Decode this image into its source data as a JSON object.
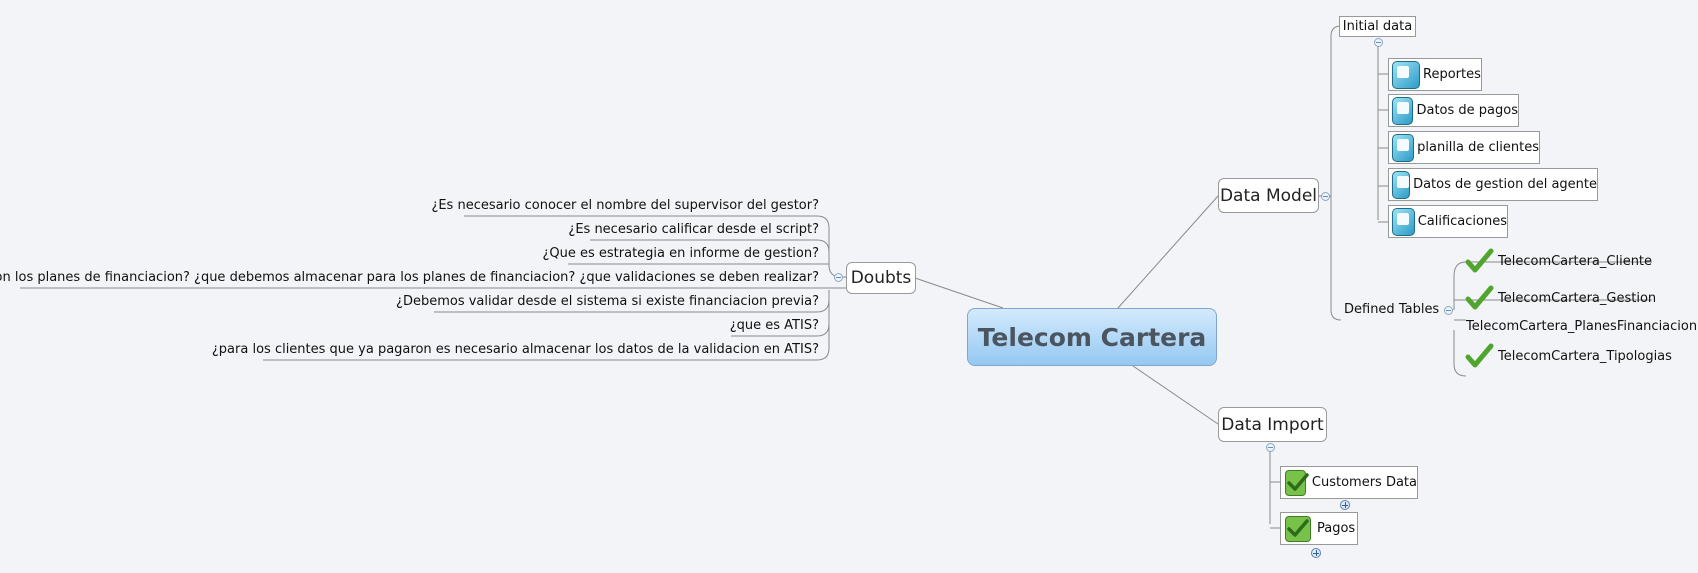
{
  "central": {
    "label": "Telecom Cartera"
  },
  "doubts": {
    "label": "Doubts",
    "items": [
      "¿Es necesario conocer el nombre del supervisor del gestor?",
      "¿Es necesario calificar desde el script?",
      "¿Que es estrategia en informe de gestion?",
      "¿Cuales son los planes de financiacion? ¿que debemos almacenar para los planes de financiacion? ¿que validaciones se deben realizar?",
      "¿Debemos validar desde el sistema si existe financiacion previa?",
      "¿que es ATIS?",
      "¿para los clientes que ya pagaron es necesario almacenar los datos de la validacion en ATIS?"
    ]
  },
  "data_model": {
    "label": "Data Model",
    "initial_data": {
      "label": "Initial data",
      "items": [
        "Reportes",
        "Datos de pagos",
        "planilla de clientes",
        "Datos de gestion del agente",
        "Calificaciones"
      ],
      "icon": "topic-icon"
    },
    "defined_tables": {
      "label": "Defined Tables",
      "items": [
        {
          "label": "TelecomCartera_Cliente",
          "icon": "checkmark-icon"
        },
        {
          "label": "TelecomCartera_Gestion",
          "icon": "checkmark-icon"
        },
        {
          "label": "TelecomCartera_PlanesFinanciacion",
          "icon": ""
        },
        {
          "label": "TelecomCartera_Tipologias",
          "icon": "checkmark-icon"
        }
      ]
    }
  },
  "data_import": {
    "label": "Data Import",
    "items": [
      {
        "label": "Customers Data",
        "icon": "checkbox-checked-icon"
      },
      {
        "label": "Pagos",
        "icon": "checkbox-checked-icon"
      }
    ]
  },
  "colors": {
    "background": "#f3f4f7",
    "central_fill_top": "#d3eafc",
    "central_fill_bottom": "#95c8f2",
    "line": "#8a8a8a",
    "check_green": "#5fb33a"
  }
}
